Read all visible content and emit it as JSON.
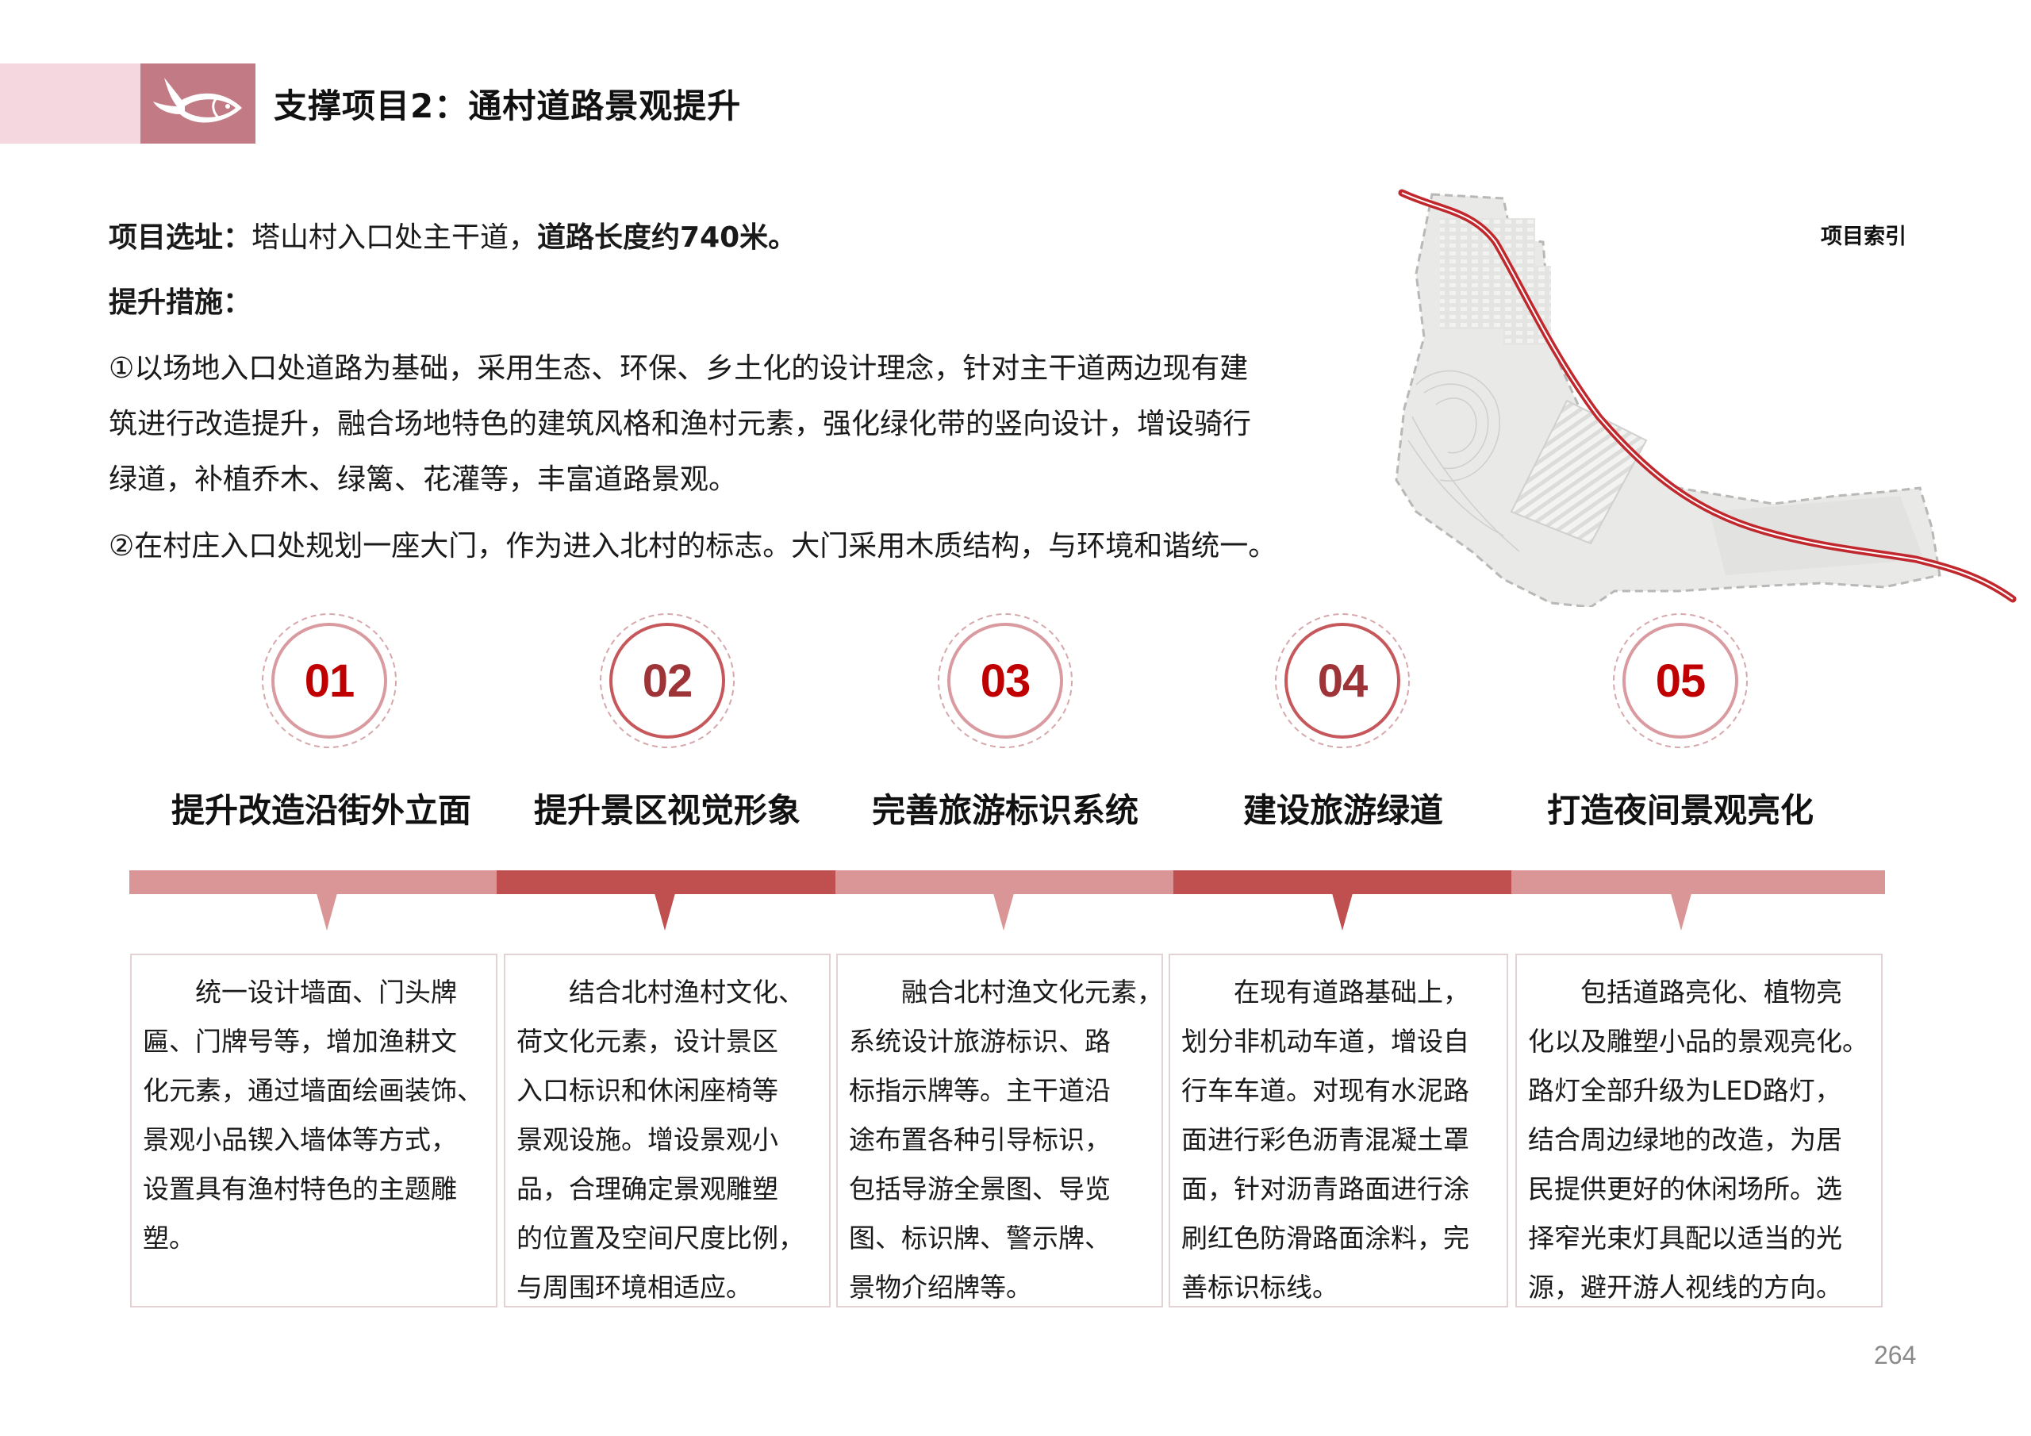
{
  "header": {
    "title": "支撑项目2：通村道路景观提升",
    "logo_icon": "fish-icon",
    "colors": {
      "band_light": "#f5d8df",
      "band_dark": "#c27b84"
    }
  },
  "intro": {
    "site_label": "项目选址：",
    "site_value": "塔山村入口处主干道，",
    "site_length": "道路长度约740米。",
    "measures_label": "提升措施："
  },
  "paragraphs": {
    "p1_lines": [
      "①以场地入口处道路为基础，采用生态、环保、乡土化的设计理念，针对主干道两边现有建",
      "筑进行改造提升，融合场地特色的建筑风格和渔村元素，强化绿化带的竖向设计，增设骑行",
      "绿道，补植乔木、绿篱、花灌等，丰富道路景观。"
    ],
    "p2": "②在村庄入口处规划一座大门，作为进入北村的标志。大门采用木质结构，与环境和谐统一。"
  },
  "map": {
    "label": "项目索引",
    "route_color": "#c0282d"
  },
  "items": [
    {
      "number": "01",
      "number_color": "#c00000",
      "ring_color": "#d99aa0",
      "heading": "提升改造沿街外立面",
      "bar_color": "#da9597",
      "lines": [
        "统一设计墙面、门头牌",
        "匾、门牌号等，增加渔耕文",
        "化元素，通过墙面绘画装饰、",
        "景观小品锲入墙体等方式，",
        "设置具有渔村特色的主题雕",
        "塑。"
      ]
    },
    {
      "number": "02",
      "number_color": "#9e3438",
      "ring_color": "#c6585c",
      "heading": "提升景区视觉形象",
      "bar_color": "#c05050",
      "lines": [
        "结合北村渔村文化、",
        "荷文化元素，设计景区",
        "入口标识和休闲座椅等",
        "景观设施。增设景观小",
        "品，合理确定景观雕塑",
        "的位置及空间尺度比例，",
        "与周围环境相适应。"
      ]
    },
    {
      "number": "03",
      "number_color": "#c00000",
      "ring_color": "#d99aa0",
      "heading": "完善旅游标识系统",
      "bar_color": "#da9597",
      "lines": [
        "融合北村渔文化元素，",
        "系统设计旅游标识、路",
        "标指示牌等。主干道沿",
        "途布置各种引导标识，",
        "包括导游全景图、导览",
        "图、标识牌、警示牌、",
        "景物介绍牌等。"
      ]
    },
    {
      "number": "04",
      "number_color": "#9e3438",
      "ring_color": "#c6585c",
      "heading": "建设旅游绿道",
      "bar_color": "#c05050",
      "lines": [
        "在现有道路基础上，",
        "划分非机动车道，增设自",
        "行车车道。对现有水泥路",
        "面进行彩色沥青混凝土罩",
        "面，针对沥青路面进行涂",
        "刷红色防滑路面涂料，完",
        "善标识标线。"
      ]
    },
    {
      "number": "05",
      "number_color": "#c00000",
      "ring_color": "#d99aa0",
      "heading": "打造夜间景观亮化",
      "bar_color": "#da9597",
      "lines": [
        "包括道路亮化、植物亮",
        "化以及雕塑小品的景观亮化。",
        "路灯全部升级为LED路灯，",
        "结合周边绿地的改造，为居",
        "民提供更好的休闲场所。选",
        "择窄光束灯具配以适当的光",
        "源，避开游人视线的方向。"
      ]
    }
  ],
  "footer": {
    "page_number": "264"
  }
}
